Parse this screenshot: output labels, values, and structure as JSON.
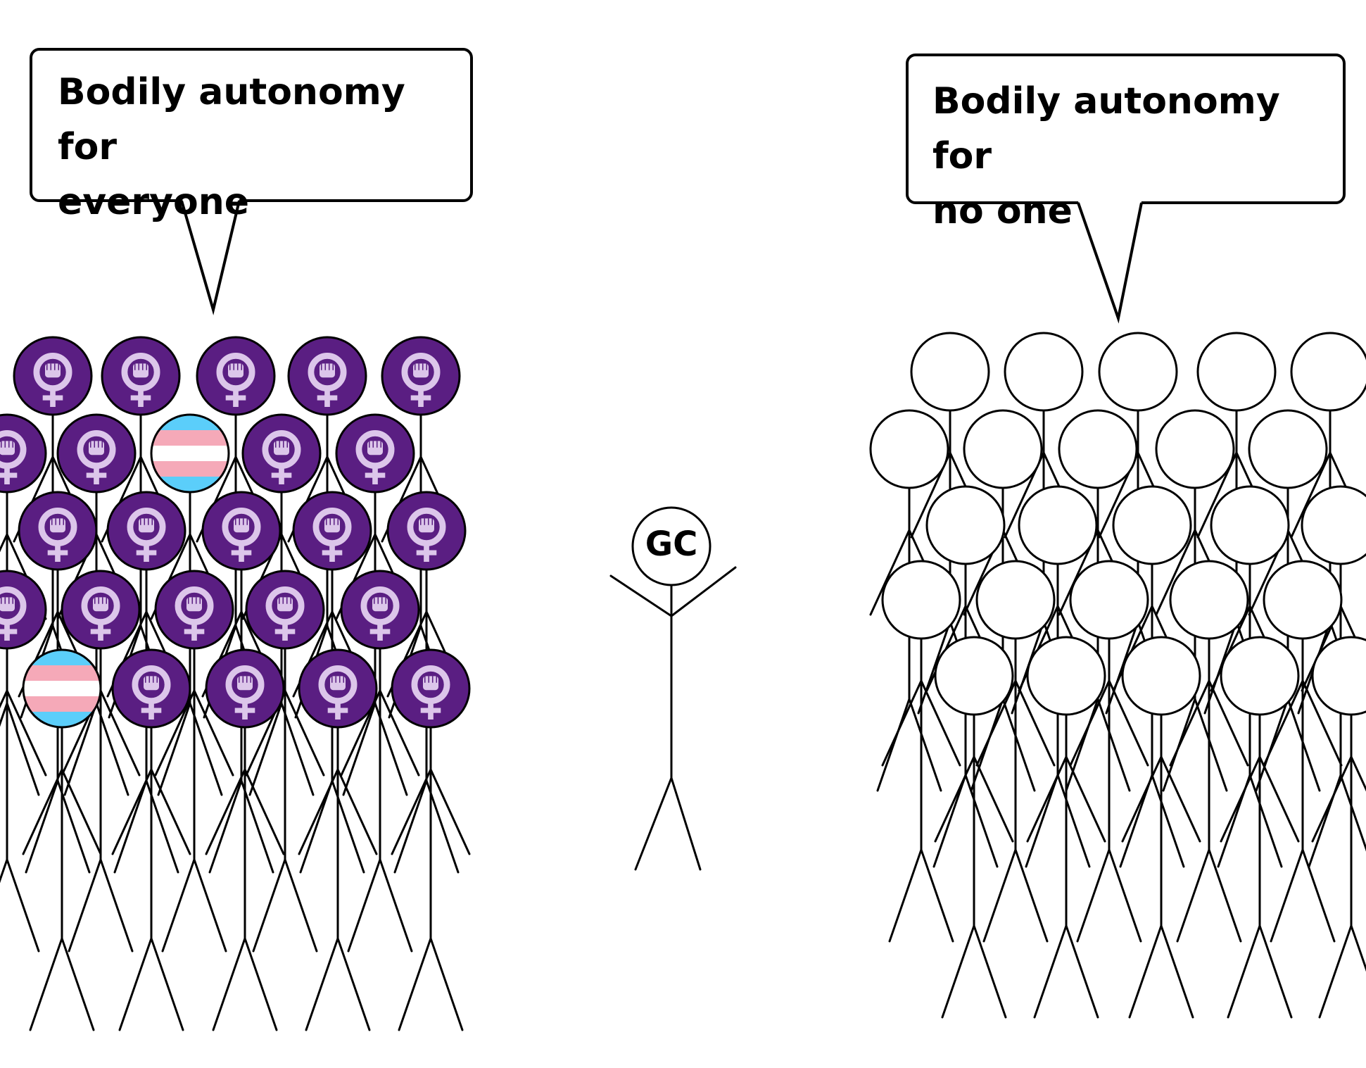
{
  "left_group": {
    "speech": "Bodily autonomy for\neveryone",
    "badges": {
      "feminist": "feminist-fist-venus-icon",
      "trans": "trans-flag-icon"
    },
    "colors": {
      "badge_fill": "#5a1e82",
      "symbol": "#dcc6ea",
      "trans_blue": "#5bcefa",
      "trans_pink": "#f5a9b8",
      "trans_white": "#ffffff"
    }
  },
  "center_figure": {
    "label": "GC"
  },
  "right_group": {
    "speech": "Bodily autonomy for\nno one"
  }
}
